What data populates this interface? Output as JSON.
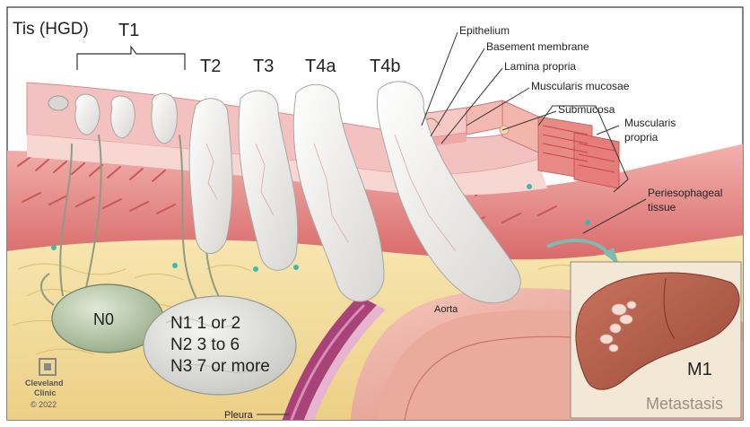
{
  "stages": {
    "tis": "Tis (HGD)",
    "t1": "T1",
    "t2": "T2",
    "t3": "T3",
    "t4a": "T4a",
    "t4b": "T4b"
  },
  "layers": {
    "epithelium": "Epithelium",
    "basement": "Basement membrane",
    "lamina": "Lamina propria",
    "mm": "Muscularis mucosae",
    "submucosa": "Submucosa",
    "mp1": "Muscularis",
    "mp2": "propria",
    "peri1": "Periesophageal",
    "peri2": "tissue"
  },
  "nodes": {
    "n0": "N0",
    "n1": "N1 1 or 2",
    "n2": "N2 3 to 6",
    "n3": "N3 7 or more"
  },
  "structures": {
    "aorta": "Aorta",
    "pleura": "Pleura"
  },
  "metastasis": {
    "m1": "M1",
    "caption": "Metastasis"
  },
  "credit": {
    "line1": "Cleveland",
    "line2": "Clinic",
    "line3": "© 2022"
  },
  "colors": {
    "frame": "#333333",
    "mucosa": "#f0b8b8",
    "muscle": "#e07a7a",
    "fat": "#f4e2a6",
    "tumor": "#ecebe8",
    "node": "#b9c9ad",
    "aorta": "#e89a8c",
    "liver": "#b8624d",
    "inset_bg": "#f3e7d6"
  }
}
